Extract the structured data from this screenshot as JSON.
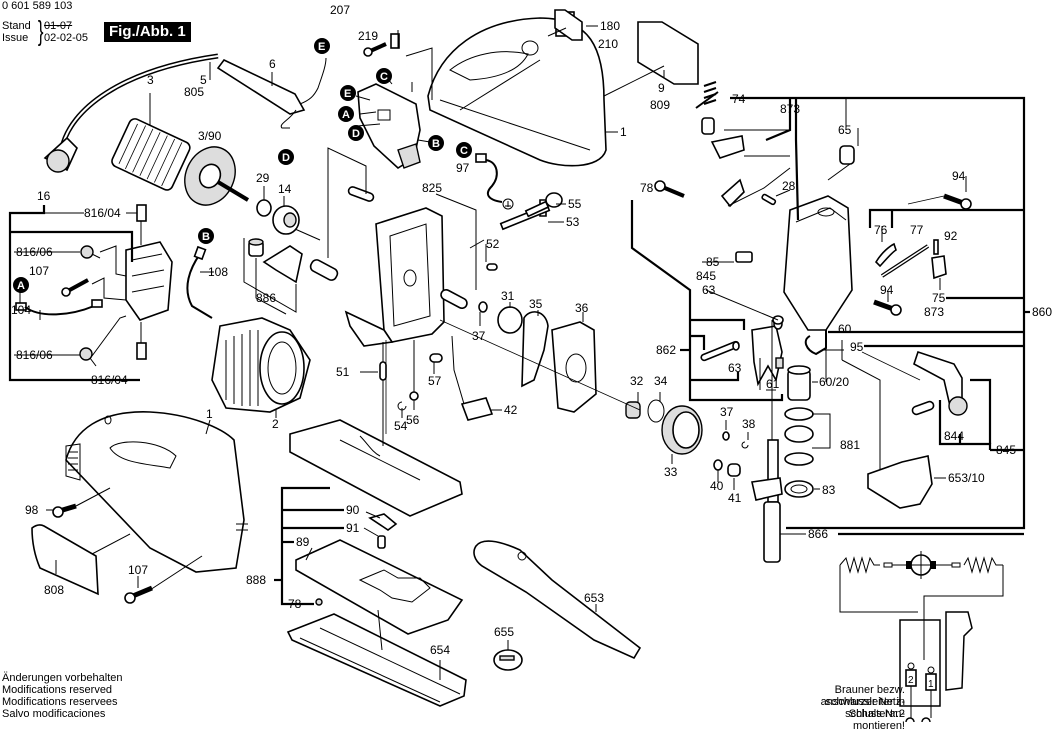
{
  "header": {
    "document_number": "0 601 589 103",
    "stand_label": "Stand",
    "issue_label": "Issue",
    "old_date": "01-07",
    "issue_date": "02-02-05",
    "figure_label": "Fig./Abb. 1"
  },
  "footer": {
    "lines": [
      "Änderungen vorbehalten",
      "Modifications reserved",
      "Modifications reservees",
      "Salvo modificaciones"
    ]
  },
  "wiring_note": {
    "lines": [
      "Brauner bezw. schwarzer Netz-",
      "anschlussleiter in Schalteran-",
      "schluss Nr.2 montieren!"
    ],
    "terminal_labels": [
      "2",
      "1"
    ]
  },
  "connectors": [
    "A",
    "B",
    "C",
    "D",
    "E"
  ],
  "parts": {
    "p1": "1",
    "p2": "2",
    "p3": "3",
    "p3_90": "3/90",
    "p5": "5",
    "p6": "6",
    "p9": "9",
    "p14": "14",
    "p16": "16",
    "p28": "28",
    "p29": "29",
    "p31": "31",
    "p32": "32",
    "p33": "33",
    "p34": "34",
    "p35": "35",
    "p36": "36",
    "p37": "37",
    "p38": "38",
    "p40": "40",
    "p41": "41",
    "p42": "42",
    "p51": "51",
    "p52": "52",
    "p53": "53",
    "p54": "54",
    "p55": "55",
    "p56": "56",
    "p57": "57",
    "p60": "60",
    "p60_20": "60/20",
    "p61": "61",
    "p63": "63",
    "p65": "65",
    "p74": "74",
    "p75": "75",
    "p76": "76",
    "p77": "77",
    "p78": "78",
    "p83": "83",
    "p85": "85",
    "p89": "89",
    "p90": "90",
    "p91": "91",
    "p92": "92",
    "p94": "94",
    "p95": "95",
    "p97": "97",
    "p98": "98",
    "p104": "104",
    "p107": "107",
    "p108": "108",
    "p180": "180",
    "p207": "207",
    "p210": "210",
    "p219": "219",
    "p653": "653",
    "p653_10": "653/10",
    "p654": "654",
    "p655": "655",
    "p805": "805",
    "p808": "808",
    "p809": "809",
    "p816_04": "816/04",
    "p816_06": "816/06",
    "p825": "825",
    "p844": "844",
    "p845": "845",
    "p860": "860",
    "p862": "862",
    "p866": "866",
    "p873": "873",
    "p881": "881",
    "p886": "886",
    "p888": "888"
  }
}
